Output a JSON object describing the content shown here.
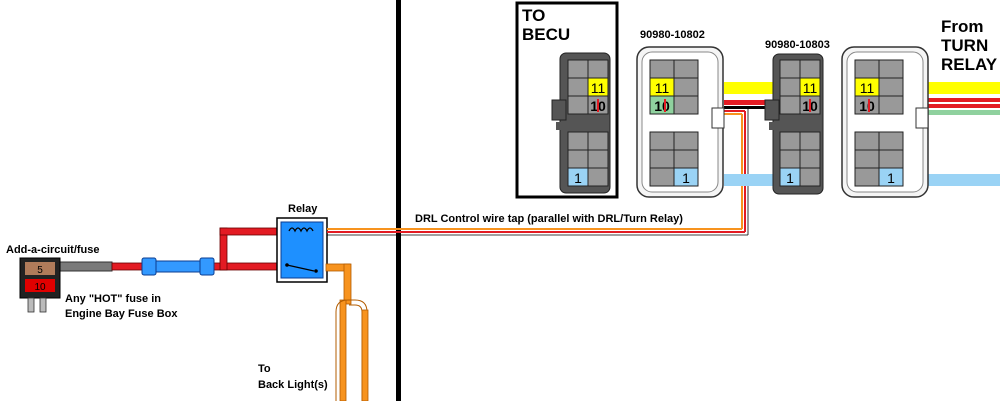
{
  "labels": {
    "to_becu_line1": "TO",
    "to_becu_line2": "BECU",
    "connector_a_part": "90980-10802",
    "connector_b_part": "90980-10803",
    "from_turn_line1": "From",
    "from_turn_line2": "TURN",
    "from_turn_line3": "RELAY",
    "relay": "Relay",
    "drl_tap": "DRL Control wire tap (parallel with DRL/Turn Relay)",
    "add_a_circuit": "Add-a-circuit/fuse",
    "hot_fuse_line1": "Any \"HOT\" fuse in",
    "hot_fuse_line2": "Engine Bay Fuse Box",
    "to_back_line1": "To",
    "to_back_line2": "Back Light(s)"
  },
  "fuse": {
    "top_value": "5",
    "bottom_value": "10"
  },
  "pins": {
    "pin_11": "11",
    "pin_10": "10",
    "pin_1": "1"
  },
  "colors": {
    "red_wire": "#e31b23",
    "orange_wire": "#f7931e",
    "yellow_wire": "#ffff00",
    "green_wire": "#8fd19e",
    "blue_wire": "#9ad3f5",
    "relay_body": "#1e90ff",
    "fuse_top": "#b07b5a",
    "fuse_bottom": "#e00000",
    "connector_body": "#555555",
    "connector_cell": "#999999"
  }
}
